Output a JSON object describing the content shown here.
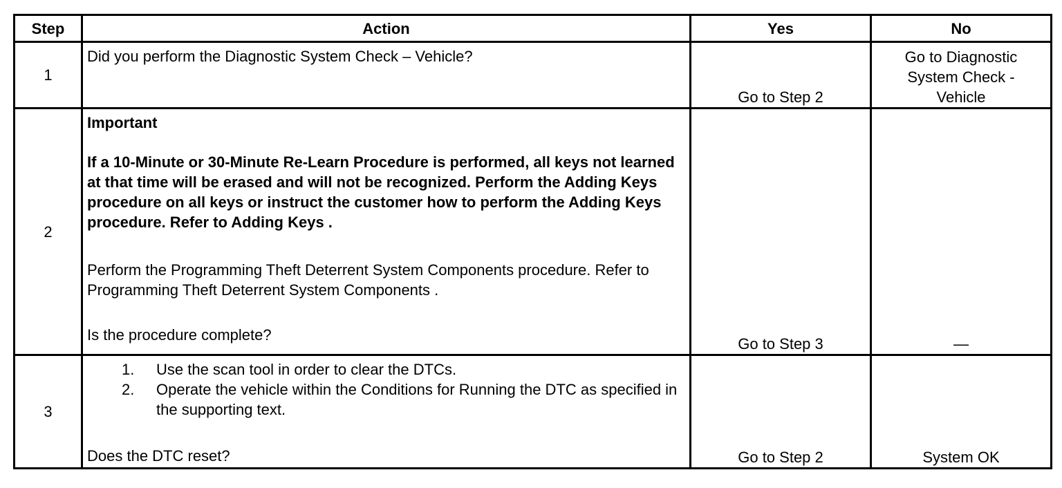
{
  "table": {
    "headers": {
      "step": "Step",
      "action": "Action",
      "yes": "Yes",
      "no": "No"
    },
    "rows": [
      {
        "step": "1",
        "action": {
          "text": "Did you perform the Diagnostic System Check – Vehicle?"
        },
        "yes": "Go to Step 2",
        "no": "Go to Diagnostic System Check - Vehicle"
      },
      {
        "step": "2",
        "action": {
          "important_heading": "Important",
          "important_text": "If a 10-Minute or 30-Minute Re-Learn Procedure is performed, all keys not learned at that time will be erased and will not be recognized. Perform the Adding Keys procedure on all keys or instruct the customer how to perform the Adding Keys procedure. Refer to Adding Keys .",
          "instruction": "Perform the Programming Theft Deterrent System Components procedure. Refer to Programming Theft Deterrent System Components .",
          "question": "Is the procedure complete?"
        },
        "yes": "Go to Step 3",
        "no": "—"
      },
      {
        "step": "3",
        "action": {
          "list": [
            {
              "num": "1.",
              "text": "Use the scan tool in order to clear the DTCs."
            },
            {
              "num": "2.",
              "text": "Operate the vehicle within the Conditions for Running the DTC as specified in the supporting text."
            }
          ],
          "question": "Does the DTC reset?"
        },
        "yes": "Go to Step 2",
        "no": "System OK"
      }
    ]
  }
}
